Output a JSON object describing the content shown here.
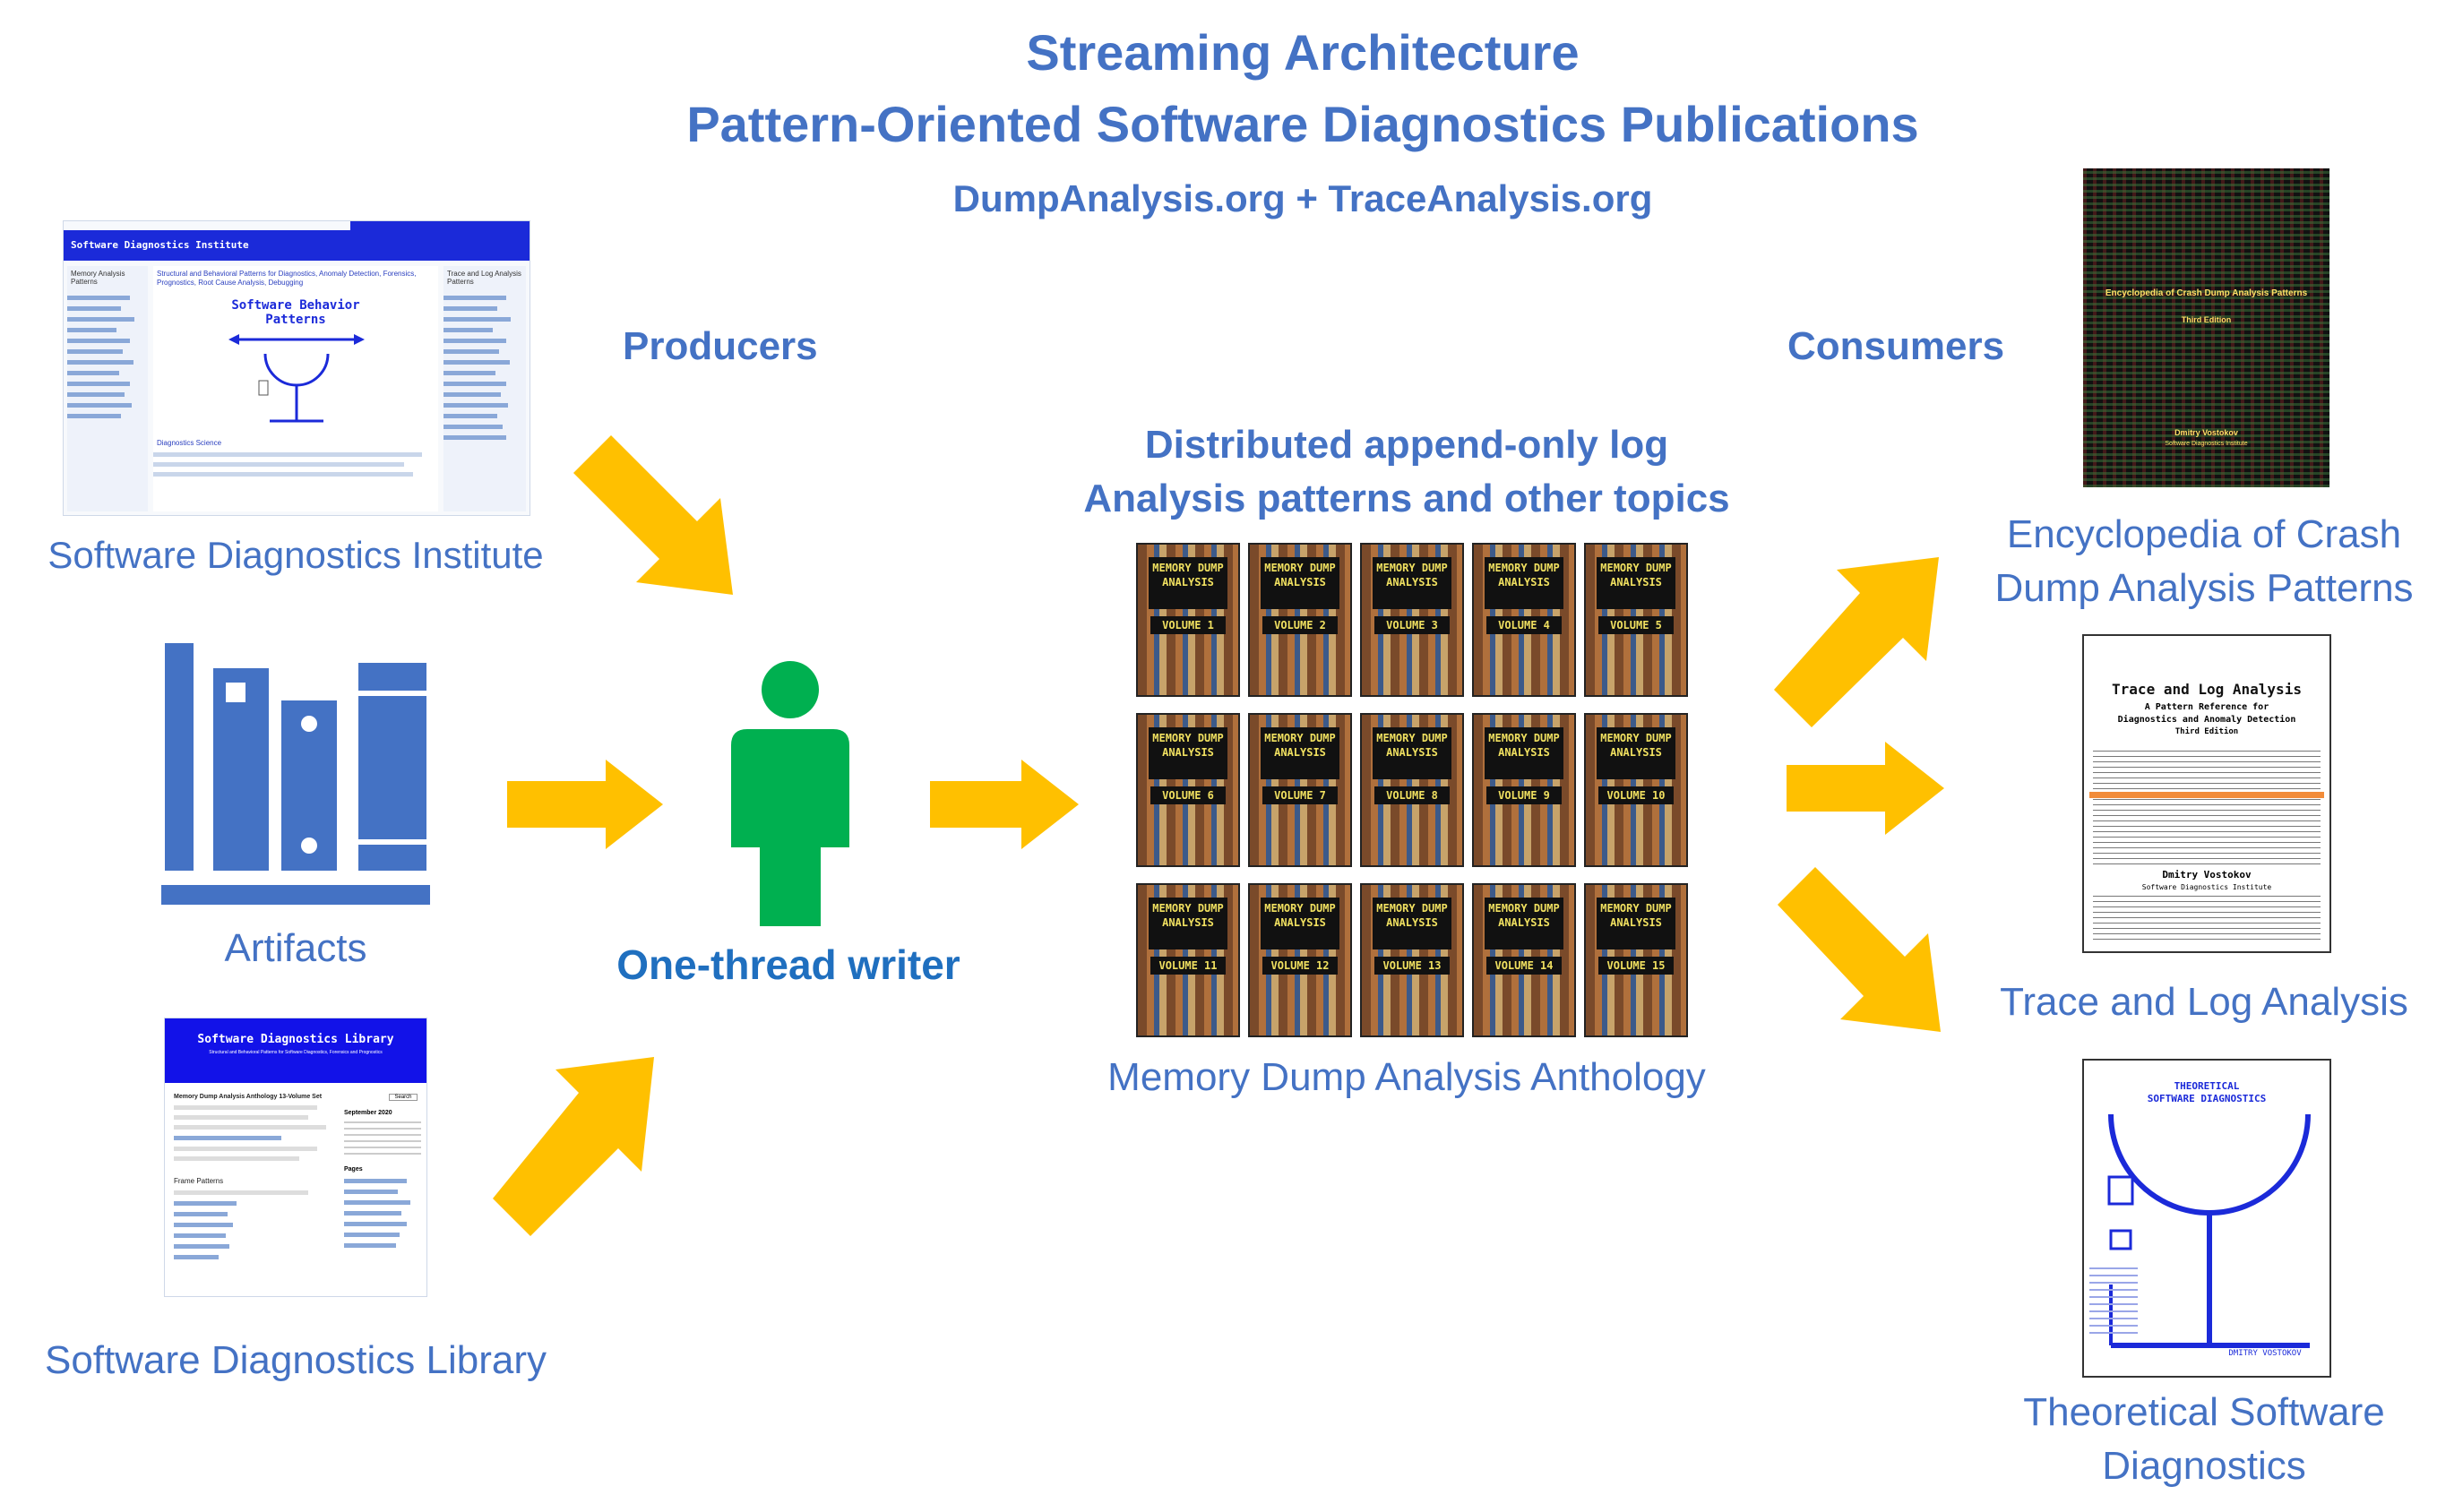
{
  "title": {
    "line1": "Streaming Architecture",
    "line2": "Pattern-Oriented Software Diagnostics Publications",
    "sites": "DumpAnalysis.org + TraceAnalysis.org"
  },
  "headings": {
    "producers": "Producers",
    "consumers": "Consumers",
    "log_line1": "Distributed append-only log",
    "log_line2": "Analysis patterns and other topics"
  },
  "producers": {
    "sdi": {
      "label": "Software Diagnostics Institute",
      "banner": "Software Diagnostics Institute",
      "headline": "Structural and Behavioral Patterns for Diagnostics, Anomaly Detection, Forensics, Prognostics, Root Cause Analysis, Debugging",
      "logo_text": "Software Behavior Patterns",
      "left_heading": "Memory Analysis Patterns",
      "right_heading": "Trace and Log Analysis Patterns",
      "section": "Diagnostics Science"
    },
    "artifacts": {
      "label": "Artifacts"
    },
    "sdl": {
      "label": "Software Diagnostics Library",
      "banner_title": "Software Diagnostics Library",
      "banner_sub": "Structural and Behavioral Patterns for Software Diagnostics, Forensics and Prognostics",
      "post1": "Memory Dump Analysis Anthology 13-Volume Set",
      "post2": "Frame Patterns",
      "calendar": "September 2020",
      "search": "Search",
      "pages": "Pages"
    }
  },
  "writer": {
    "label": "One-thread writer"
  },
  "log": {
    "label": "Memory Dump Analysis Anthology",
    "cover_text": "MEMORY DUMP ANALYSIS",
    "volumes": [
      "VOLUME 1",
      "VOLUME 2",
      "VOLUME 3",
      "VOLUME 4",
      "VOLUME 5",
      "VOLUME 6",
      "VOLUME 7",
      "VOLUME 8",
      "VOLUME 9",
      "VOLUME 10",
      "VOLUME 11",
      "VOLUME 12",
      "VOLUME 13",
      "VOLUME 14",
      "VOLUME 15"
    ]
  },
  "consumers": {
    "encyclopedia": {
      "label_line1": "Encyclopedia of Crash",
      "label_line2": "Dump Analysis Patterns",
      "cover_title": "Encyclopedia of Crash Dump Analysis Patterns",
      "cover_edition": "Third Edition",
      "cover_author": "Dmitry Vostokov",
      "cover_publisher": "Software Diagnostics Institute"
    },
    "trace": {
      "label": "Trace and Log Analysis",
      "cover_title": "Trace and Log Analysis",
      "cover_sub1": "A Pattern Reference for",
      "cover_sub2": "Diagnostics and Anomaly Detection",
      "cover_edition": "Third Edition",
      "cover_author": "Dmitry Vostokov",
      "cover_publisher": "Software Diagnostics Institute"
    },
    "theoretical": {
      "label_line1": "Theoretical Software",
      "label_line2": "Diagnostics",
      "cover_title1": "THEORETICAL",
      "cover_title2": "SOFTWARE DIAGNOSTICS",
      "cover_author": "DMITRY VOSTOKOV"
    }
  },
  "colors": {
    "text_blue": "#4472c4",
    "arrow": "#ffc000",
    "writer": "#00b050",
    "artifacts": "#4472c4"
  }
}
